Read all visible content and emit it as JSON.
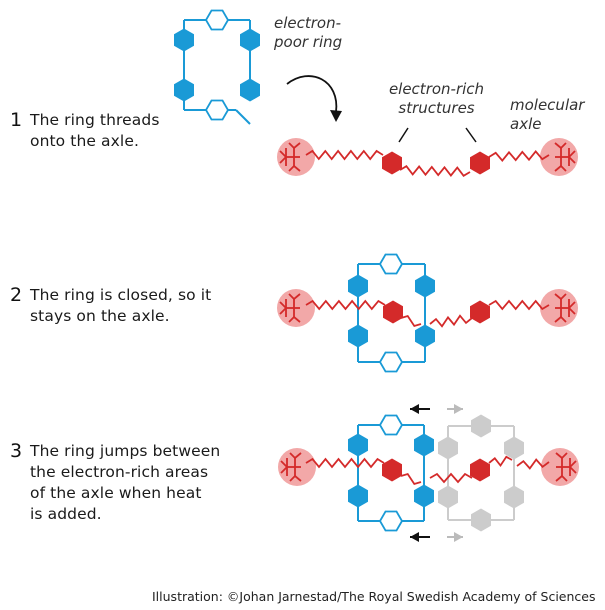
{
  "steps": [
    {
      "number": "1",
      "lines": [
        "The ring threads",
        "onto the axle."
      ]
    },
    {
      "number": "2",
      "lines": [
        "The ring is closed, so it",
        "stays on the axle."
      ]
    },
    {
      "number": "3",
      "lines": [
        "The ring jumps between",
        "the electron-rich areas",
        "of the axle when heat",
        "is added."
      ]
    }
  ],
  "labels": {
    "electron_poor_ring": [
      "electron-",
      "poor ring"
    ],
    "electron_rich_structures": [
      "electron-rich",
      "structures"
    ],
    "molecular_axle": [
      "molecular",
      "axle"
    ]
  },
  "credit": "Illustration: ©Johan Jarnestad/The Royal Swedish Academy of Sciences",
  "colors": {
    "ring_blue": "#1a9ad6",
    "axle_red": "#d42a2a",
    "stopper_pink": "#f2a8a8",
    "ghost_gray": "#cccccc",
    "arrow_black": "#111111",
    "arrow_gray": "#bbbbbb"
  }
}
